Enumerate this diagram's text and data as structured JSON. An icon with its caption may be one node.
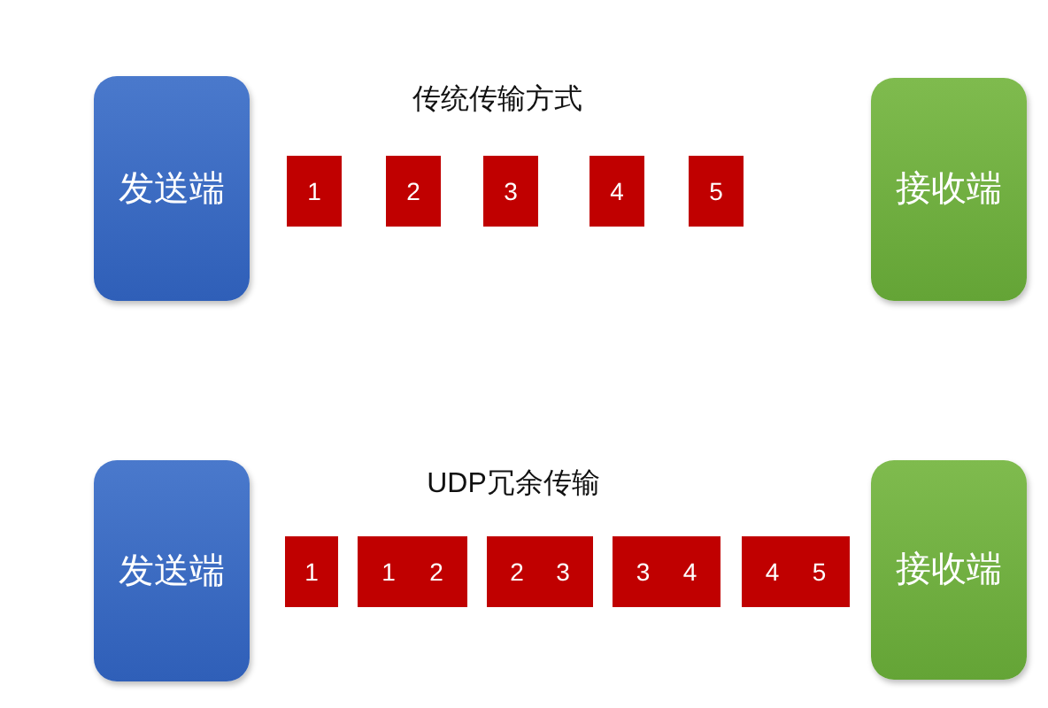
{
  "diagram": {
    "nodes": [
      {
        "text": [
          "发送端"
        ]
      },
      {
        "text": [
          "1"
        ]
      },
      {
        "text": [
          "2"
        ]
      },
      {
        "text": [
          "3"
        ]
      },
      {
        "text": [
          "4"
        ]
      },
      {
        "text": [
          "5"
        ]
      },
      {
        "text": [
          "接收端"
        ]
      },
      {
        "text": [
          "发送端"
        ]
      },
      {
        "text": [
          "1"
        ]
      },
      {
        "text": [
          "1",
          "2"
        ]
      },
      {
        "text": [
          "2",
          "3"
        ]
      },
      {
        "text": [
          "3",
          "4"
        ]
      },
      {
        "text": [
          "4",
          "5"
        ]
      },
      {
        "text": [
          "接收端"
        ]
      }
    ],
    "labels": [
      "传统传输方式",
      "UDP冗余传输"
    ]
  }
}
